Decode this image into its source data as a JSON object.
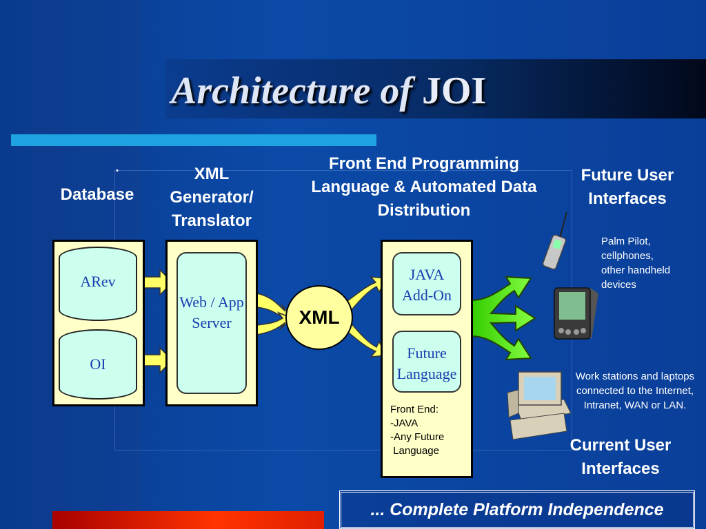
{
  "title": {
    "text": "Architecture of ",
    "emphasis": "JOI"
  },
  "columns": {
    "database": {
      "bullet": ".",
      "label": "Database"
    },
    "xml_generator": {
      "label": "XML Generator/ Translator"
    },
    "front_end": {
      "label": "Front End Programming Language & Automated Data Distribution"
    },
    "future_ui": {
      "label": "Future User Interfaces"
    },
    "current_ui": {
      "label": "Current User Interfaces"
    }
  },
  "database_items": [
    "ARev",
    "OI"
  ],
  "server": {
    "label": "Web / App Server"
  },
  "xml_hub": "XML",
  "languages": [
    "JAVA Add-On",
    "Future Language"
  ],
  "front_end_note": "Front End:\n-JAVA\n-Any Future\n Language",
  "future_devices_note": "Palm Pilot, cellphones, other handheld devices",
  "current_devices_note": "Work stations and laptops connected to the Internet, Intranet, WAN or LAN.",
  "tagline": "... Complete Platform Independence",
  "icons": [
    "cellphone-icon",
    "palm-pilot-icon",
    "workstation-icon"
  ],
  "colors": {
    "background": "#0b4aa8",
    "panel": "#ffffc8",
    "box": "#ccffee",
    "arrow_yellow": "#ffff66",
    "arrow_green": "#66ff33",
    "accent_bar": "#1fa3e0"
  }
}
